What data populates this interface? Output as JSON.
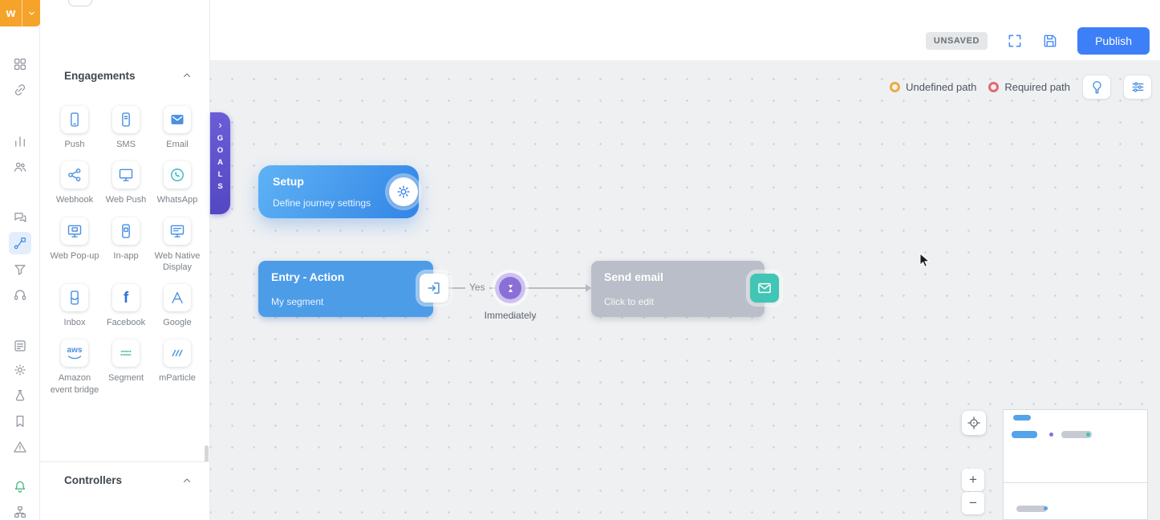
{
  "app": {
    "logo_letter": "w"
  },
  "topbar": {
    "status_badge": "UNSAVED",
    "publish_label": "Publish"
  },
  "panel": {
    "engagements": {
      "title": "Engagements",
      "items": [
        {
          "label": "Push",
          "icon": "push-phone-icon"
        },
        {
          "label": "SMS",
          "icon": "sms-phone-icon"
        },
        {
          "label": "Email",
          "icon": "email-envelope-icon"
        },
        {
          "label": "Webhook",
          "icon": "webhook-nodes-icon"
        },
        {
          "label": "Web Push",
          "icon": "web-push-monitor-icon"
        },
        {
          "label": "WhatsApp",
          "icon": "whatsapp-icon"
        },
        {
          "label": "Web Pop-up",
          "icon": "web-popup-monitor-icon"
        },
        {
          "label": "In-app",
          "icon": "in-app-phone-icon"
        },
        {
          "label": "Web Native Display",
          "icon": "web-native-display-monitor-icon"
        },
        {
          "label": "Inbox",
          "icon": "inbox-phone-icon"
        },
        {
          "label": "Facebook",
          "icon": "facebook-icon"
        },
        {
          "label": "Google",
          "icon": "google-icon"
        },
        {
          "label": "Amazon event bridge",
          "icon": "aws-eventbridge-icon"
        },
        {
          "label": "Segment",
          "icon": "segment-icon"
        },
        {
          "label": "mParticle",
          "icon": "mparticle-icon"
        }
      ]
    },
    "controllers": {
      "title": "Controllers"
    }
  },
  "goals_tab": {
    "label": "GOALS",
    "chevron": "›"
  },
  "canvas": {
    "legend": {
      "undefined_path": "Undefined path",
      "required_path": "Required path",
      "undefined_color": "#ECA94D",
      "required_color": "#DD6A72"
    },
    "nodes": {
      "setup": {
        "title": "Setup",
        "subtitle": "Define journey settings"
      },
      "entry": {
        "title": "Entry - Action",
        "subtitle": "My segment"
      },
      "branch": {
        "condition_label": "Yes",
        "delay_label": "Immediately"
      },
      "send_email": {
        "title": "Send email",
        "subtitle": "Click to edit"
      }
    }
  },
  "minimap": {
    "zoom_in": "+",
    "zoom_out": "−"
  },
  "colors": {
    "brand_orange": "#F6A32B",
    "accent_blue": "#3D7FF7",
    "channel_icon_blue": "#4A90E2",
    "entry_node_blue": "#4D9CE8",
    "disabled_node_gray": "#B9BEC8",
    "delay_purple": "#8A6FD6",
    "email_action_teal": "#41C5B4",
    "goals_tab_purple": "#5B4FC8",
    "notification_green": "#3BB273"
  }
}
